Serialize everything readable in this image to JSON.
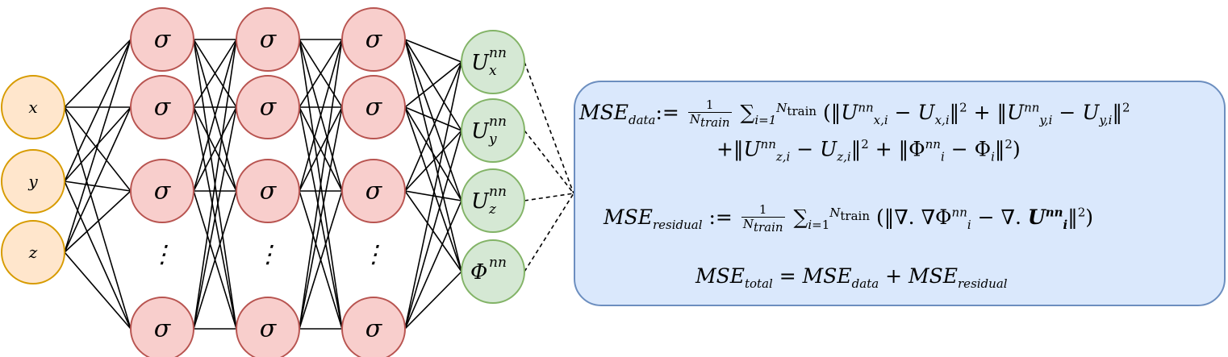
{
  "network": {
    "inputs": [
      "x",
      "y",
      "z"
    ],
    "hidden_activation": "σ",
    "hidden_layers": 3,
    "hidden_ellipsis": "⋮",
    "outputs": [
      {
        "main": "U",
        "sup": "nn",
        "sub": "x"
      },
      {
        "main": "U",
        "sup": "nn",
        "sub": "y"
      },
      {
        "main": "U",
        "sup": "nn",
        "sub": "z"
      },
      {
        "main": "Φ",
        "sup": "nn",
        "sub": ""
      }
    ],
    "colors": {
      "input_fill": "#ffe6cc",
      "input_stroke": "#d79b00",
      "hidden_fill": "#f8cecc",
      "hidden_stroke": "#b85450",
      "output_fill": "#d5e8d4",
      "output_stroke": "#82b366",
      "box_fill": "#dae8fc",
      "box_stroke": "#6c8ebf"
    }
  },
  "equations": {
    "data": {
      "lhs": "MSE",
      "lhs_sub": "data",
      "assign": ":=",
      "frac_num": "1",
      "frac_den": "N",
      "frac_den_sub": "train",
      "sum": "∑",
      "sum_lower": "i=1",
      "sum_upper": "N",
      "sum_upper_sub": "train",
      "line1_rest": "(‖U",
      "line2": "+‖U"
    },
    "residual": {
      "lhs": "MSE",
      "lhs_sub": "residual",
      "assign": ":="
    },
    "total": {
      "lhs": "MSE",
      "lhs_sub": "total",
      "eq": "=",
      "rhs1": "MSE",
      "rhs1_sub": "data",
      "plus": "+",
      "rhs2": "MSE",
      "rhs2_sub": "residual"
    }
  }
}
